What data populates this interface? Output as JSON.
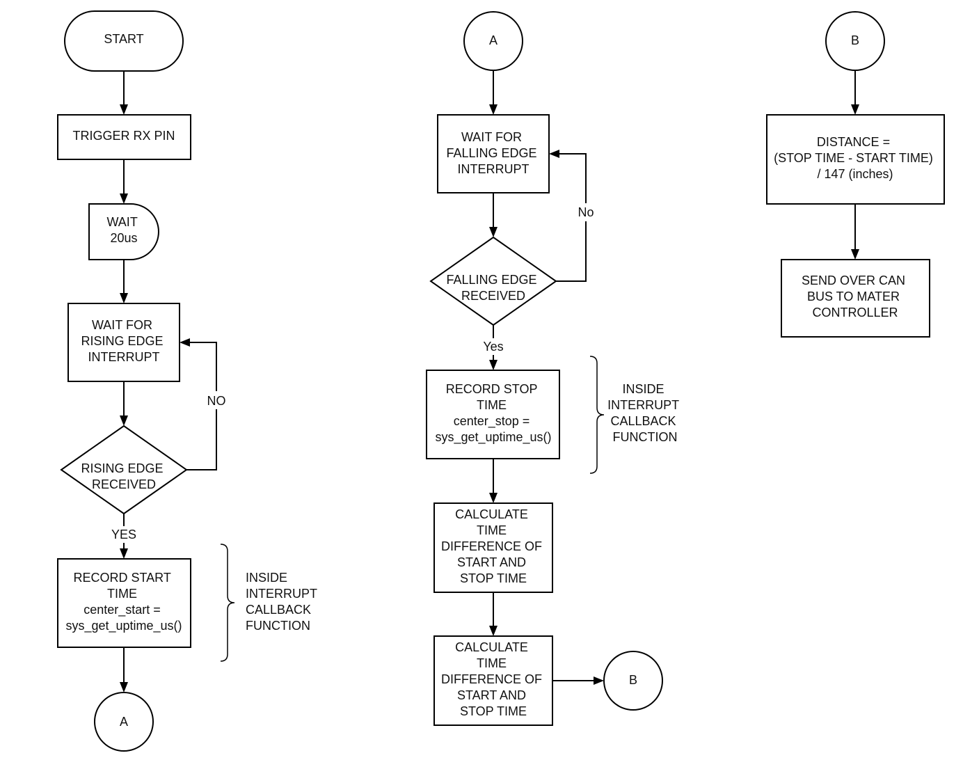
{
  "col1": {
    "start": "START",
    "trigger": "TRIGGER RX PIN",
    "wait_delay": [
      "WAIT",
      "20us"
    ],
    "wait_rising": [
      "WAIT FOR",
      "RISING EDGE",
      "INTERRUPT"
    ],
    "rising_decision": [
      "RISING EDGE",
      "RECEIVED"
    ],
    "no_label": "NO",
    "yes_label": "YES",
    "record_start": [
      "RECORD START",
      "TIME",
      "center_start =",
      "sys_get_uptime_us()"
    ],
    "note": [
      "INSIDE",
      "INTERRUPT",
      "CALLBACK",
      "FUNCTION"
    ],
    "connector_a": "A"
  },
  "col2": {
    "connector_a": "A",
    "wait_falling": [
      "WAIT FOR",
      "FALLING EDGE",
      "INTERRUPT"
    ],
    "falling_decision": [
      "FALLING EDGE",
      "RECEIVED"
    ],
    "no_label": "No",
    "yes_label": "Yes",
    "record_stop": [
      "RECORD STOP",
      "TIME",
      "center_stop =",
      "sys_get_uptime_us()"
    ],
    "note": [
      "INSIDE",
      "INTERRUPT",
      "CALLBACK",
      "FUNCTION"
    ],
    "calc_1": [
      "CALCULATE",
      "TIME",
      "DIFFERENCE OF",
      "START AND",
      "STOP TIME"
    ],
    "calc_2": [
      "CALCULATE",
      "TIME",
      "DIFFERENCE OF",
      "START AND",
      "STOP TIME"
    ],
    "connector_b": "B"
  },
  "col3": {
    "connector_b": "B",
    "distance": [
      "DISTANCE =",
      "(STOP TIME - START TIME)",
      "/ 147 (inches)"
    ],
    "send": [
      "SEND OVER CAN",
      "BUS TO MATER",
      "CONTROLLER"
    ]
  }
}
